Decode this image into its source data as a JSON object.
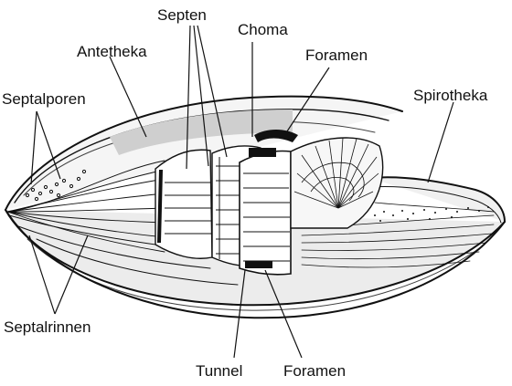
{
  "labels": {
    "septen": "Septen",
    "choma": "Choma",
    "antetheka": "Antetheka",
    "foramen_top": "Foramen",
    "septalporen": "Septalporen",
    "spirotheka": "Spirotheka",
    "septalrinnen": "Septalrinnen",
    "tunnel": "Tunnel",
    "foramen_bottom": "Foramen"
  },
  "colors": {
    "ink": "#111111",
    "shell_fill": "#f2f2f2",
    "shell_shade": "#d4d4d4",
    "choma_fill": "#111111",
    "background": "#ffffff"
  }
}
